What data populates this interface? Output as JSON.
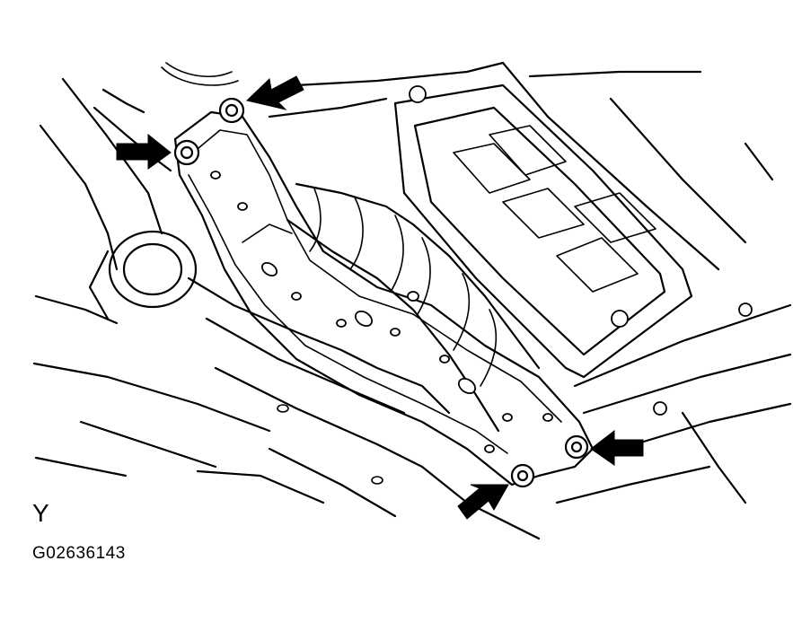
{
  "figure": {
    "view_label": "Y",
    "figure_id": "G02636143"
  },
  "callouts": {
    "arrow_count": 4,
    "bolt_count": 4
  },
  "colors": {
    "line": "#000000",
    "background": "#ffffff"
  }
}
